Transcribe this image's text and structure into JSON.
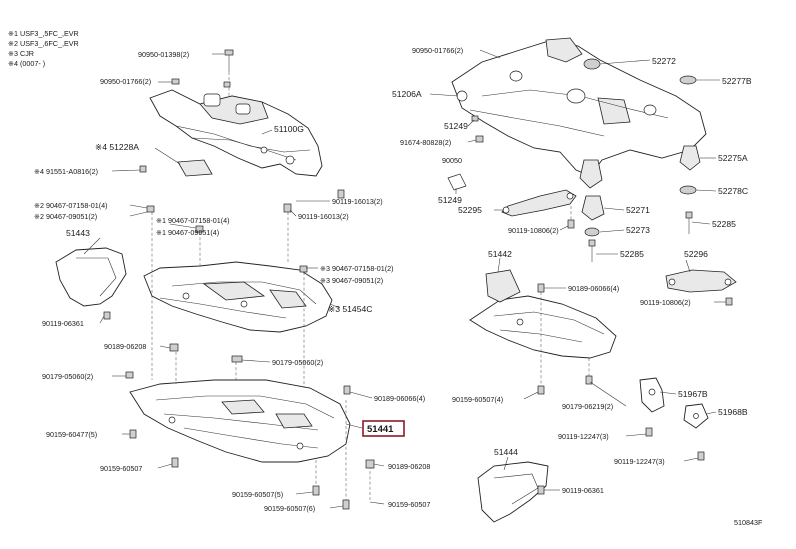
{
  "legend": {
    "notes": [
      "※1 USF3_,5FC_,EVR",
      "※2 USF3_,6FC_,EVR",
      "※3 CJR",
      "※4 (0007-  )"
    ]
  },
  "labels": {
    "p90950_01398": "90950-01398(2)",
    "p90950_01766_left": "90950-01766(2)",
    "p90950_01766_right": "90950-01766(2)",
    "p51100G": "51100G",
    "p51228A": "※4 51228A",
    "p91551_A0816": "※4 91551-A0816(2)",
    "p90467_07158_left": "※2 90467-07158-01(4)",
    "p90467_09051_left": "※2 90467-09051(2)",
    "p90119_16013_a": "90119-16013(2)",
    "p90119_16013_b": "90119-16013(2)",
    "p90467_07158_mid": "※1 90467-07158-01(4)",
    "p90467_09051_mid": "※1 90467-09051(4)",
    "p51443": "51443",
    "p90467_07158_right": "※3 90467-07158-01(2)",
    "p90467_09051_right": "※3 90467-09051(2)",
    "p51454C": "※3 51454C",
    "p90119_06361_left": "90119-06361",
    "p90189_06208_left": "90189-06208",
    "p90179_05060_mid": "90179-05060(2)",
    "p90179_05060_left": "90179-05060(2)",
    "p90189_06066_mid": "90189-06066(4)",
    "p90159_60477": "90159-60477(5)",
    "p51441": "51441",
    "p90159_60507_left": "90159-60507",
    "p90189_06208_right": "90189-06208",
    "p90159_60507_b5": "90159-60507(5)",
    "p90159_60507_right": "90159-60507",
    "p90159_60507_b6": "90159-60507(6)",
    "p51206A": "51206A",
    "p51249_top": "51249",
    "p91674_80828": "91674-80828(2)",
    "p90050": "90050",
    "p51249_bot": "51249",
    "p52272": "52272",
    "p52277B": "52277B",
    "p52275A": "52275A",
    "p52278C": "52278C",
    "p52295": "52295",
    "p52271": "52271",
    "p52285_right": "52285",
    "p90119_10806_mid": "90119-10806(2)",
    "p52273": "52273",
    "p52285_mid": "52285",
    "p51442": "51442",
    "p52296": "52296",
    "p90189_06066_right": "90189-06066(4)",
    "p90119_10806_right": "90119-10806(2)",
    "p90159_60507_r4": "90159-60507(4)",
    "p90179_06219": "90179-06219(2)",
    "p51967B": "51967B",
    "p51968B": "51968B",
    "p90119_12247_a": "90119-12247(3)",
    "p90119_12247_b": "90119-12247(3)",
    "p51444": "51444",
    "p90119_06361_right": "90119-06361",
    "diagram_id": "510843F"
  }
}
